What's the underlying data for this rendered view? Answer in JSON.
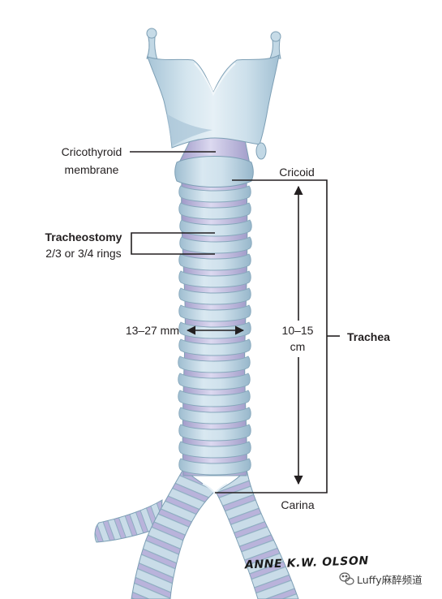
{
  "labels": {
    "cricothyroid_line1": "Cricothyroid",
    "cricothyroid_line2": "membrane",
    "tracheostomy_title": "Tracheostomy",
    "tracheostomy_detail": "2/3 or 3/4 rings",
    "diameter": "13–27 mm",
    "length_line1": "10–15",
    "length_line2": "cm",
    "cricoid": "Cricoid",
    "carina": "Carina",
    "trachea": "Trachea"
  },
  "signature": "ANNE K.W. OLSON",
  "watermark": {
    "icon": "wechat-icon",
    "text": "Luffy麻醉频道"
  },
  "colors": {
    "cartilage": "#c6dbe7",
    "membrane": "#bdb6dc",
    "outline": "#7d9fb5",
    "label_text": "#231f20"
  }
}
